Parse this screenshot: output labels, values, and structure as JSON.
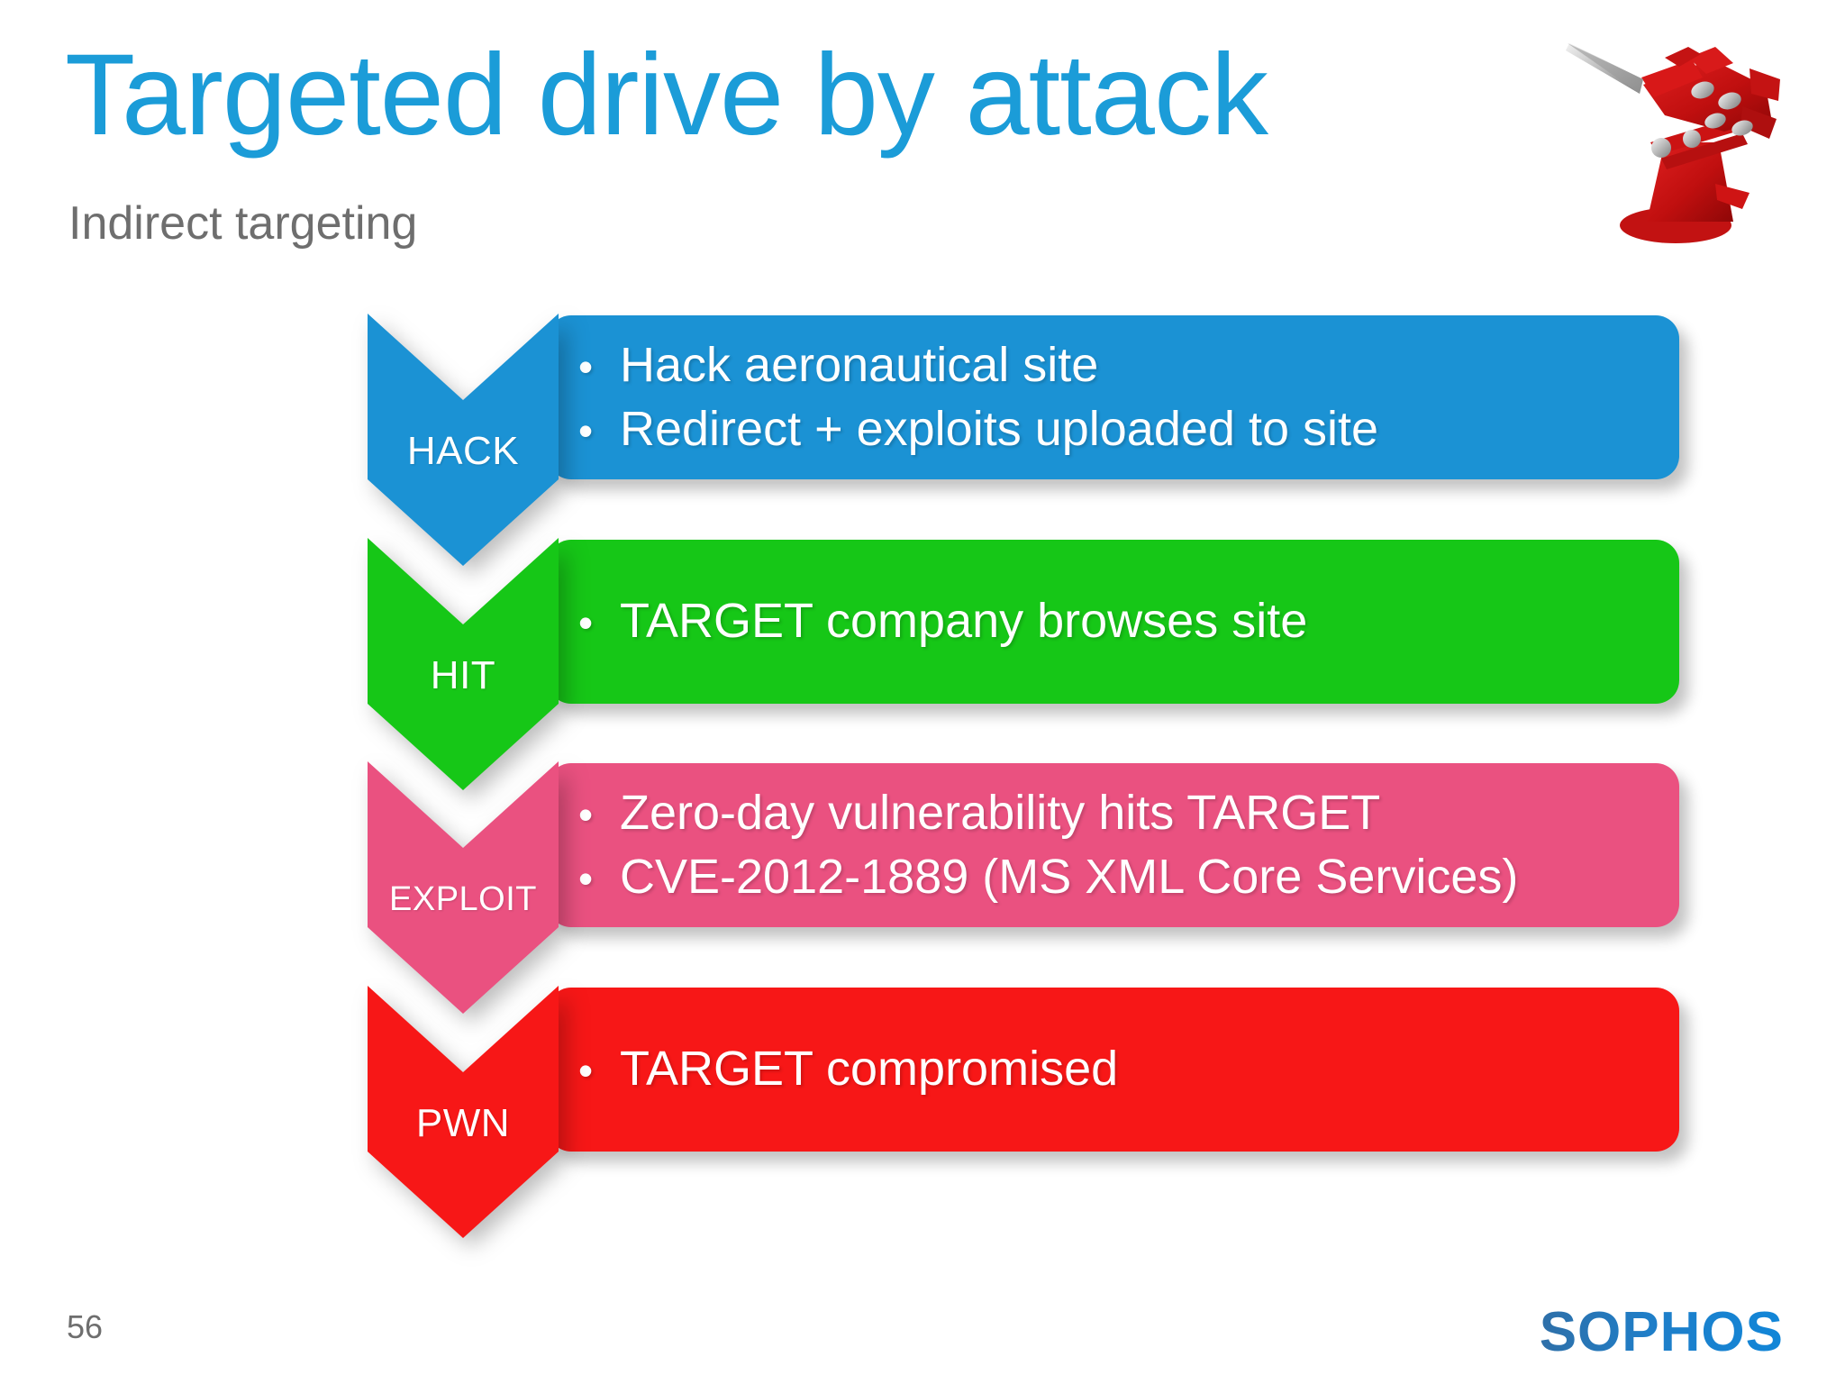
{
  "slide": {
    "title": "Targeted drive by attack",
    "subtitle": "Indirect targeting",
    "page_number": "56",
    "brand": "SOPHOS",
    "title_color": "#1b9cd8",
    "subtitle_color": "#6e6e6e",
    "background_color": "#ffffff",
    "decoration_icon": "missile-launcher-icon"
  },
  "flow": {
    "steps": [
      {
        "label": "HACK",
        "color": "#1b92d4",
        "color_dark": "#1581bd",
        "bullets": [
          "Hack aeronautical site",
          "Redirect + exploits uploaded to site"
        ]
      },
      {
        "label": "HIT",
        "color": "#16c717",
        "color_dark": "#11b313",
        "bullets": [
          "TARGET company browses site"
        ]
      },
      {
        "label": "EXPLOIT",
        "color": "#ea5180",
        "color_dark": "#e23a6e",
        "bullets": [
          "Zero-day vulnerability hits TARGET",
          "CVE-2012-1889 (MS XML Core Services)"
        ]
      },
      {
        "label": "PWN",
        "color": "#f71717",
        "color_dark": "#e70d0d",
        "bullets": [
          "TARGET compromised"
        ]
      }
    ],
    "bullet_glyph": "•"
  }
}
